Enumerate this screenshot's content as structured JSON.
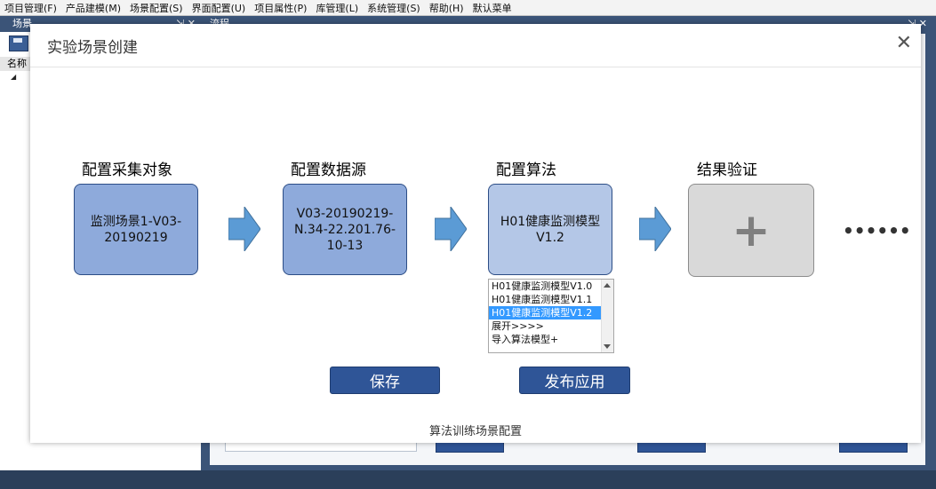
{
  "menu": [
    "项目管理(F)",
    "产品建模(M)",
    "场景配置(S)",
    "界面配置(U)",
    "项目属性(P)",
    "库管理(L)",
    "系统管理(S)",
    "帮助(H)",
    "默认菜单"
  ],
  "left_panel": {
    "title": "场景",
    "column_header": "名称",
    "tree_node_toggle": "◢"
  },
  "right_panel": {
    "title": "流程"
  },
  "dialog": {
    "title": "实验场景创建",
    "close_glyph": "✕",
    "steps": [
      {
        "title": "配置采集对象",
        "box_text": "监测场景1-V03-20190219"
      },
      {
        "title": "配置数据源",
        "box_text": "V03-20190219-N.34-22.201.76-10-13"
      },
      {
        "title": "配置算法",
        "box_text": "H01健康监测模型V1.2"
      },
      {
        "title": "结果验证",
        "box_text": "+"
      }
    ],
    "more_dots": "••••••",
    "algorithm_options": [
      "H01健康监测模型V1.0",
      "H01健康监测模型V1.1",
      "H01健康监测模型V1.2",
      "展开>>>>",
      "导入算法模型+"
    ],
    "selected_option_index": 2,
    "buttons": {
      "save": "保存",
      "publish": "发布应用"
    },
    "footer": "算法训练场景配置"
  },
  "colors": {
    "box_dark": "#8eaadb",
    "box_light": "#b4c7e7",
    "box_add": "#d9d9d9",
    "arrow": "#5b9bd5",
    "button": "#2f5597",
    "selection": "#3399ff"
  }
}
